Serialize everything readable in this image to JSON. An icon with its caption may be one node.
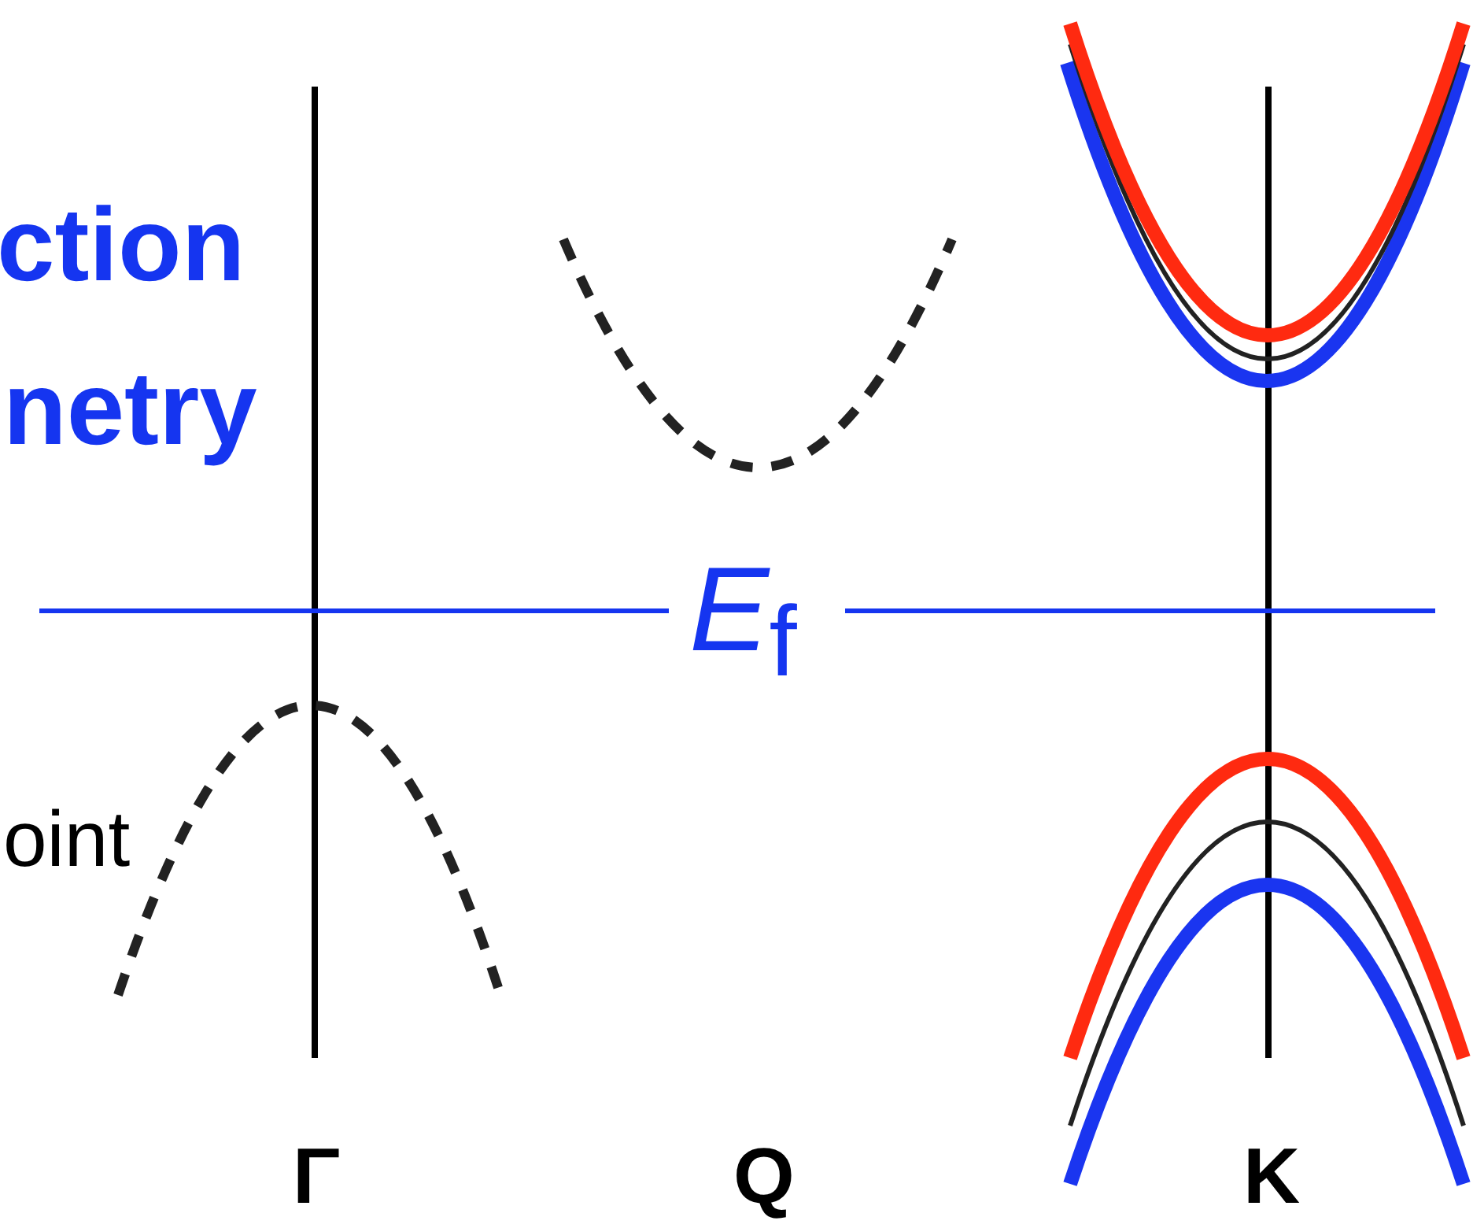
{
  "diagram": {
    "labels": [
      "ction",
      "netry",
      "oint",
      "*E*$_{f}$",
      "Γ",
      "Q",
      "K"
    ]
  }
}
